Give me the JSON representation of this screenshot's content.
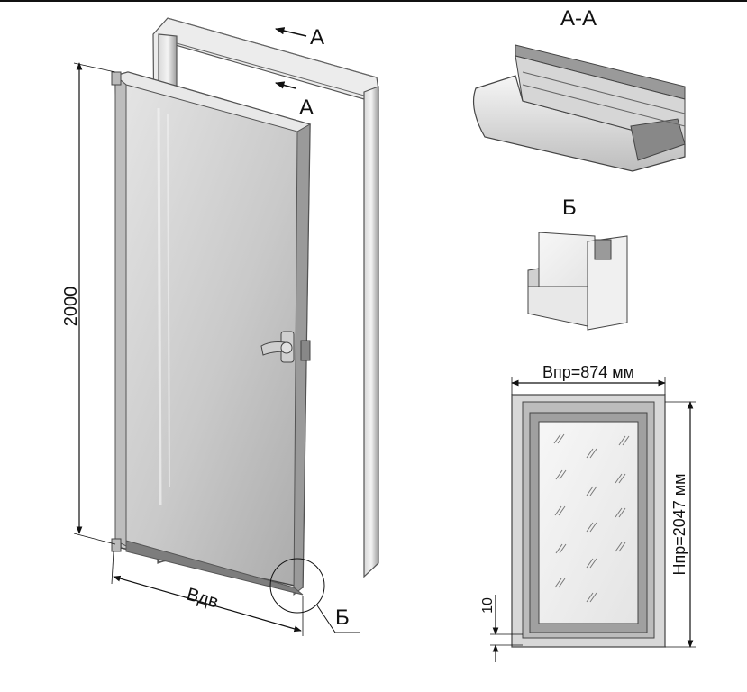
{
  "labels": {
    "section_a_top": "A",
    "section_a_bottom": "A",
    "section_aa_title": "A-A",
    "detail_b_title": "Б",
    "detail_b_callout": "Б",
    "height_dim": "2000",
    "width_dim": "Вдв",
    "frame_width": "Впр=874 мм",
    "frame_height": "Нпр=2047 мм",
    "gap_dim": "10"
  }
}
